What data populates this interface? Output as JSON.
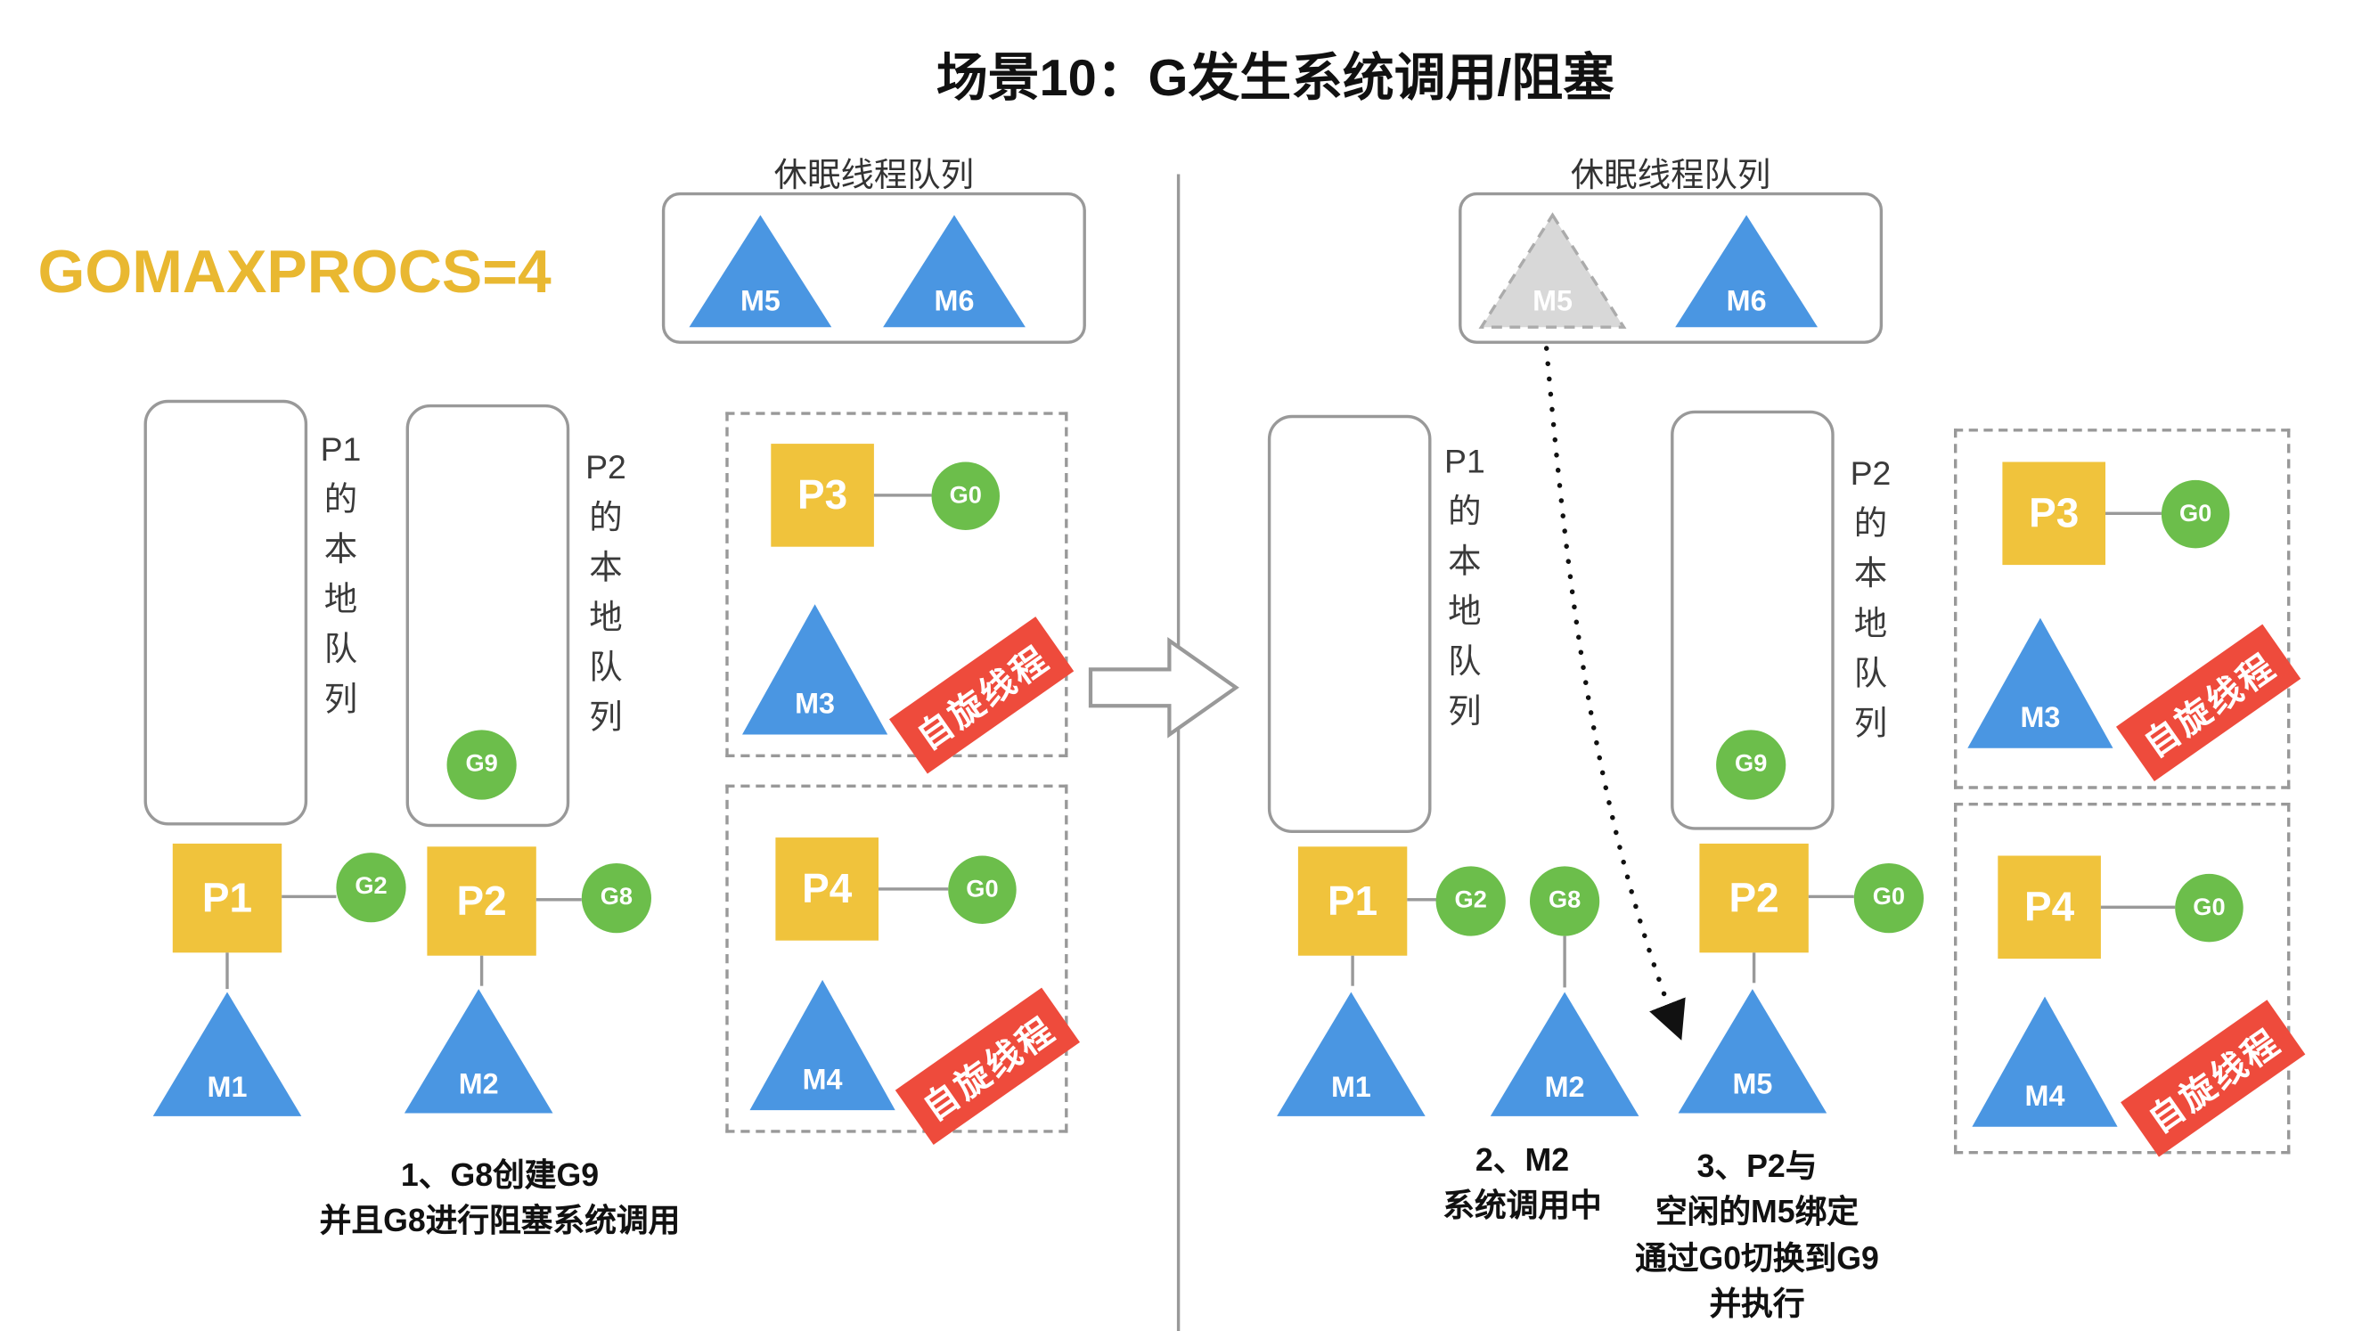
{
  "title": "场景10：G发生系统调用/阻塞",
  "gomaxprocs": "GOMAXPROCS=4",
  "colors": {
    "p_yellow": "#F0C33C",
    "g_green": "#6CBE4B",
    "m_blue": "#4A96E2",
    "spin_red": "#EE4B3C",
    "sleep_gray": "#D8D8D8",
    "accent_gold": "#E9B831"
  },
  "left": {
    "sleep_queue": {
      "label": "休眠线程队列",
      "threads": [
        {
          "label": "M5"
        },
        {
          "label": "M6"
        }
      ]
    },
    "queues": [
      {
        "label": "P1\n的\n本\n地\n队\n列"
      },
      {
        "label": "P2\n的\n本\n地\n队\n列",
        "items": [
          {
            "label": "G9"
          }
        ]
      }
    ],
    "p1": {
      "label": "P1",
      "g": "G2",
      "m": "M1"
    },
    "p2": {
      "label": "P2",
      "g": "G8",
      "m": "M2"
    },
    "spin1": {
      "p": "P3",
      "g": "G0",
      "m": "M3",
      "badge": "自旋线程"
    },
    "spin2": {
      "p": "P4",
      "g": "G0",
      "m": "M4",
      "badge": "自旋线程"
    },
    "caption": "1、G8创建G9\n并且G8进行阻塞系统调用"
  },
  "right": {
    "sleep_queue": {
      "label": "休眠线程队列",
      "threads": [
        {
          "label": "M5"
        },
        {
          "label": "M6"
        }
      ]
    },
    "queues": [
      {
        "label": "P1\n的\n本\n地\n队\n列"
      },
      {
        "label": "P2\n的\n本\n地\n队\n列",
        "items": [
          {
            "label": "G9"
          }
        ]
      }
    ],
    "p1": {
      "label": "P1",
      "g": "G2",
      "m": "M1"
    },
    "g8": {
      "label": "G8",
      "m": "M2"
    },
    "p2": {
      "label": "P2",
      "g": "G0",
      "m": "M5"
    },
    "spin1": {
      "p": "P3",
      "g": "G0",
      "m": "M3",
      "badge": "自旋线程"
    },
    "spin2": {
      "p": "P4",
      "g": "G0",
      "m": "M4",
      "badge": "自旋线程"
    },
    "captions": {
      "step2": "2、M2\n系统调用中",
      "step3": "3、P2与\n空闲的M5绑定\n通过G0切换到G9\n并执行"
    }
  }
}
